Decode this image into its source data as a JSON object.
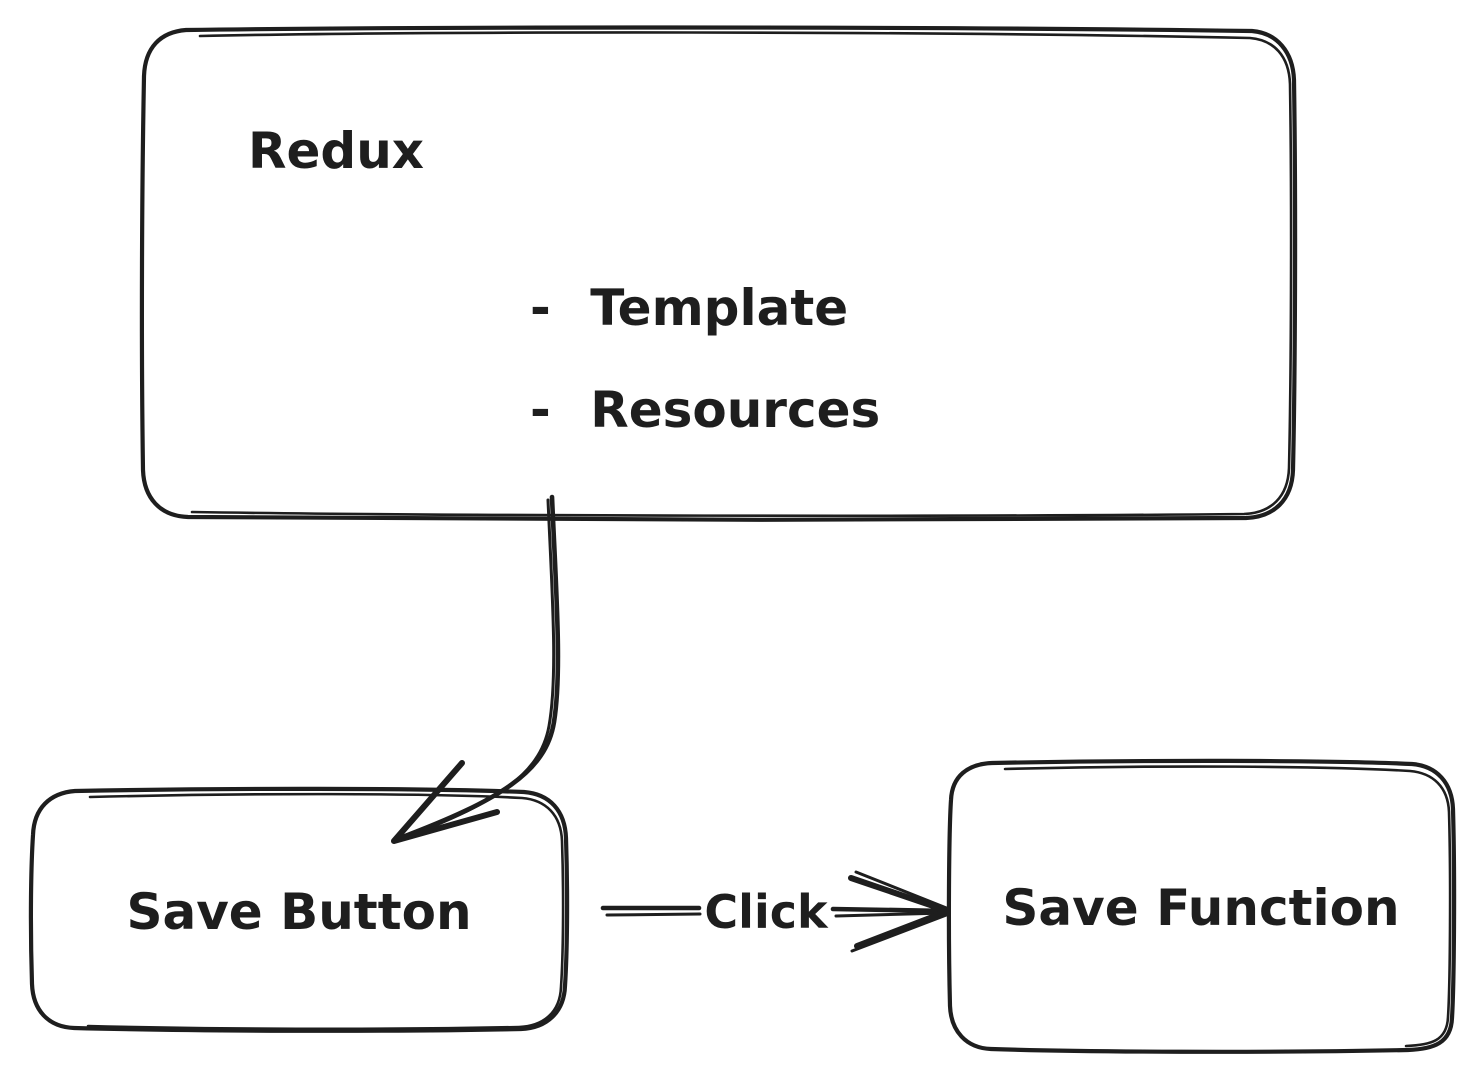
{
  "diagram": {
    "type": "flow-diagram",
    "style": "hand-drawn-sketch",
    "background_color": "#ffffff",
    "stroke_color": "#1e1e1e",
    "groups": [
      {
        "id": "redux-group",
        "title": "Redux",
        "items": [
          {
            "bullet": "-",
            "label": "Template"
          },
          {
            "bullet": "-",
            "label": "Resources"
          }
        ]
      }
    ],
    "nodes": [
      {
        "id": "save-button",
        "label": "Save Button"
      },
      {
        "id": "save-function",
        "label": "Save Function"
      }
    ],
    "edges": [
      {
        "id": "redux-to-save-button",
        "label": "",
        "from": "redux-group",
        "to": "save-button",
        "shape": "curved",
        "arrowhead": "open"
      },
      {
        "id": "save-button-to-save-function",
        "label": "Click",
        "from": "save-button",
        "to": "save-function",
        "shape": "straight",
        "arrowhead": "open"
      }
    ]
  }
}
